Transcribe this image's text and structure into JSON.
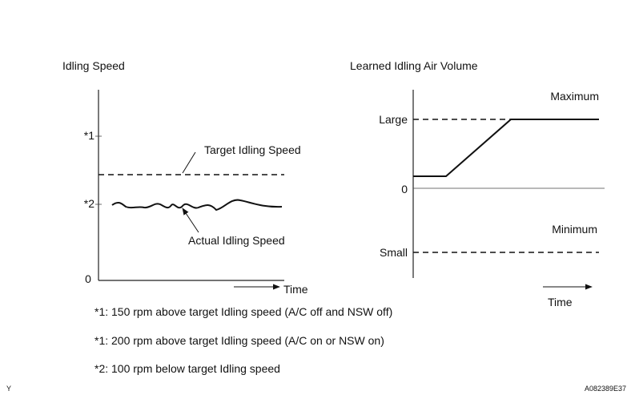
{
  "left_chart": {
    "title": "Idling Speed",
    "ticks": {
      "level1": "*1",
      "level2": "*2",
      "zero": "0"
    },
    "target_label": "Target Idling Speed",
    "actual_label": "Actual Idling Speed",
    "time_label": "Time"
  },
  "right_chart": {
    "title": "Learned Idling Air Volume",
    "ticks": {
      "large": "Large",
      "zero": "0",
      "small": "Small"
    },
    "maximum_label": "Maximum",
    "minimum_label": "Minimum",
    "time_label": "Time"
  },
  "notes": [
    "*1: 150 rpm above target Idling speed (A/C off and NSW off)",
    "*1: 200 rpm above target Idling speed (A/C on or NSW on)",
    "*2: 100 rpm below target Idling speed"
  ],
  "corner_left": "Y",
  "figure_id": "A082389E37",
  "colors": {
    "line": "#111111",
    "background": "#ffffff"
  }
}
